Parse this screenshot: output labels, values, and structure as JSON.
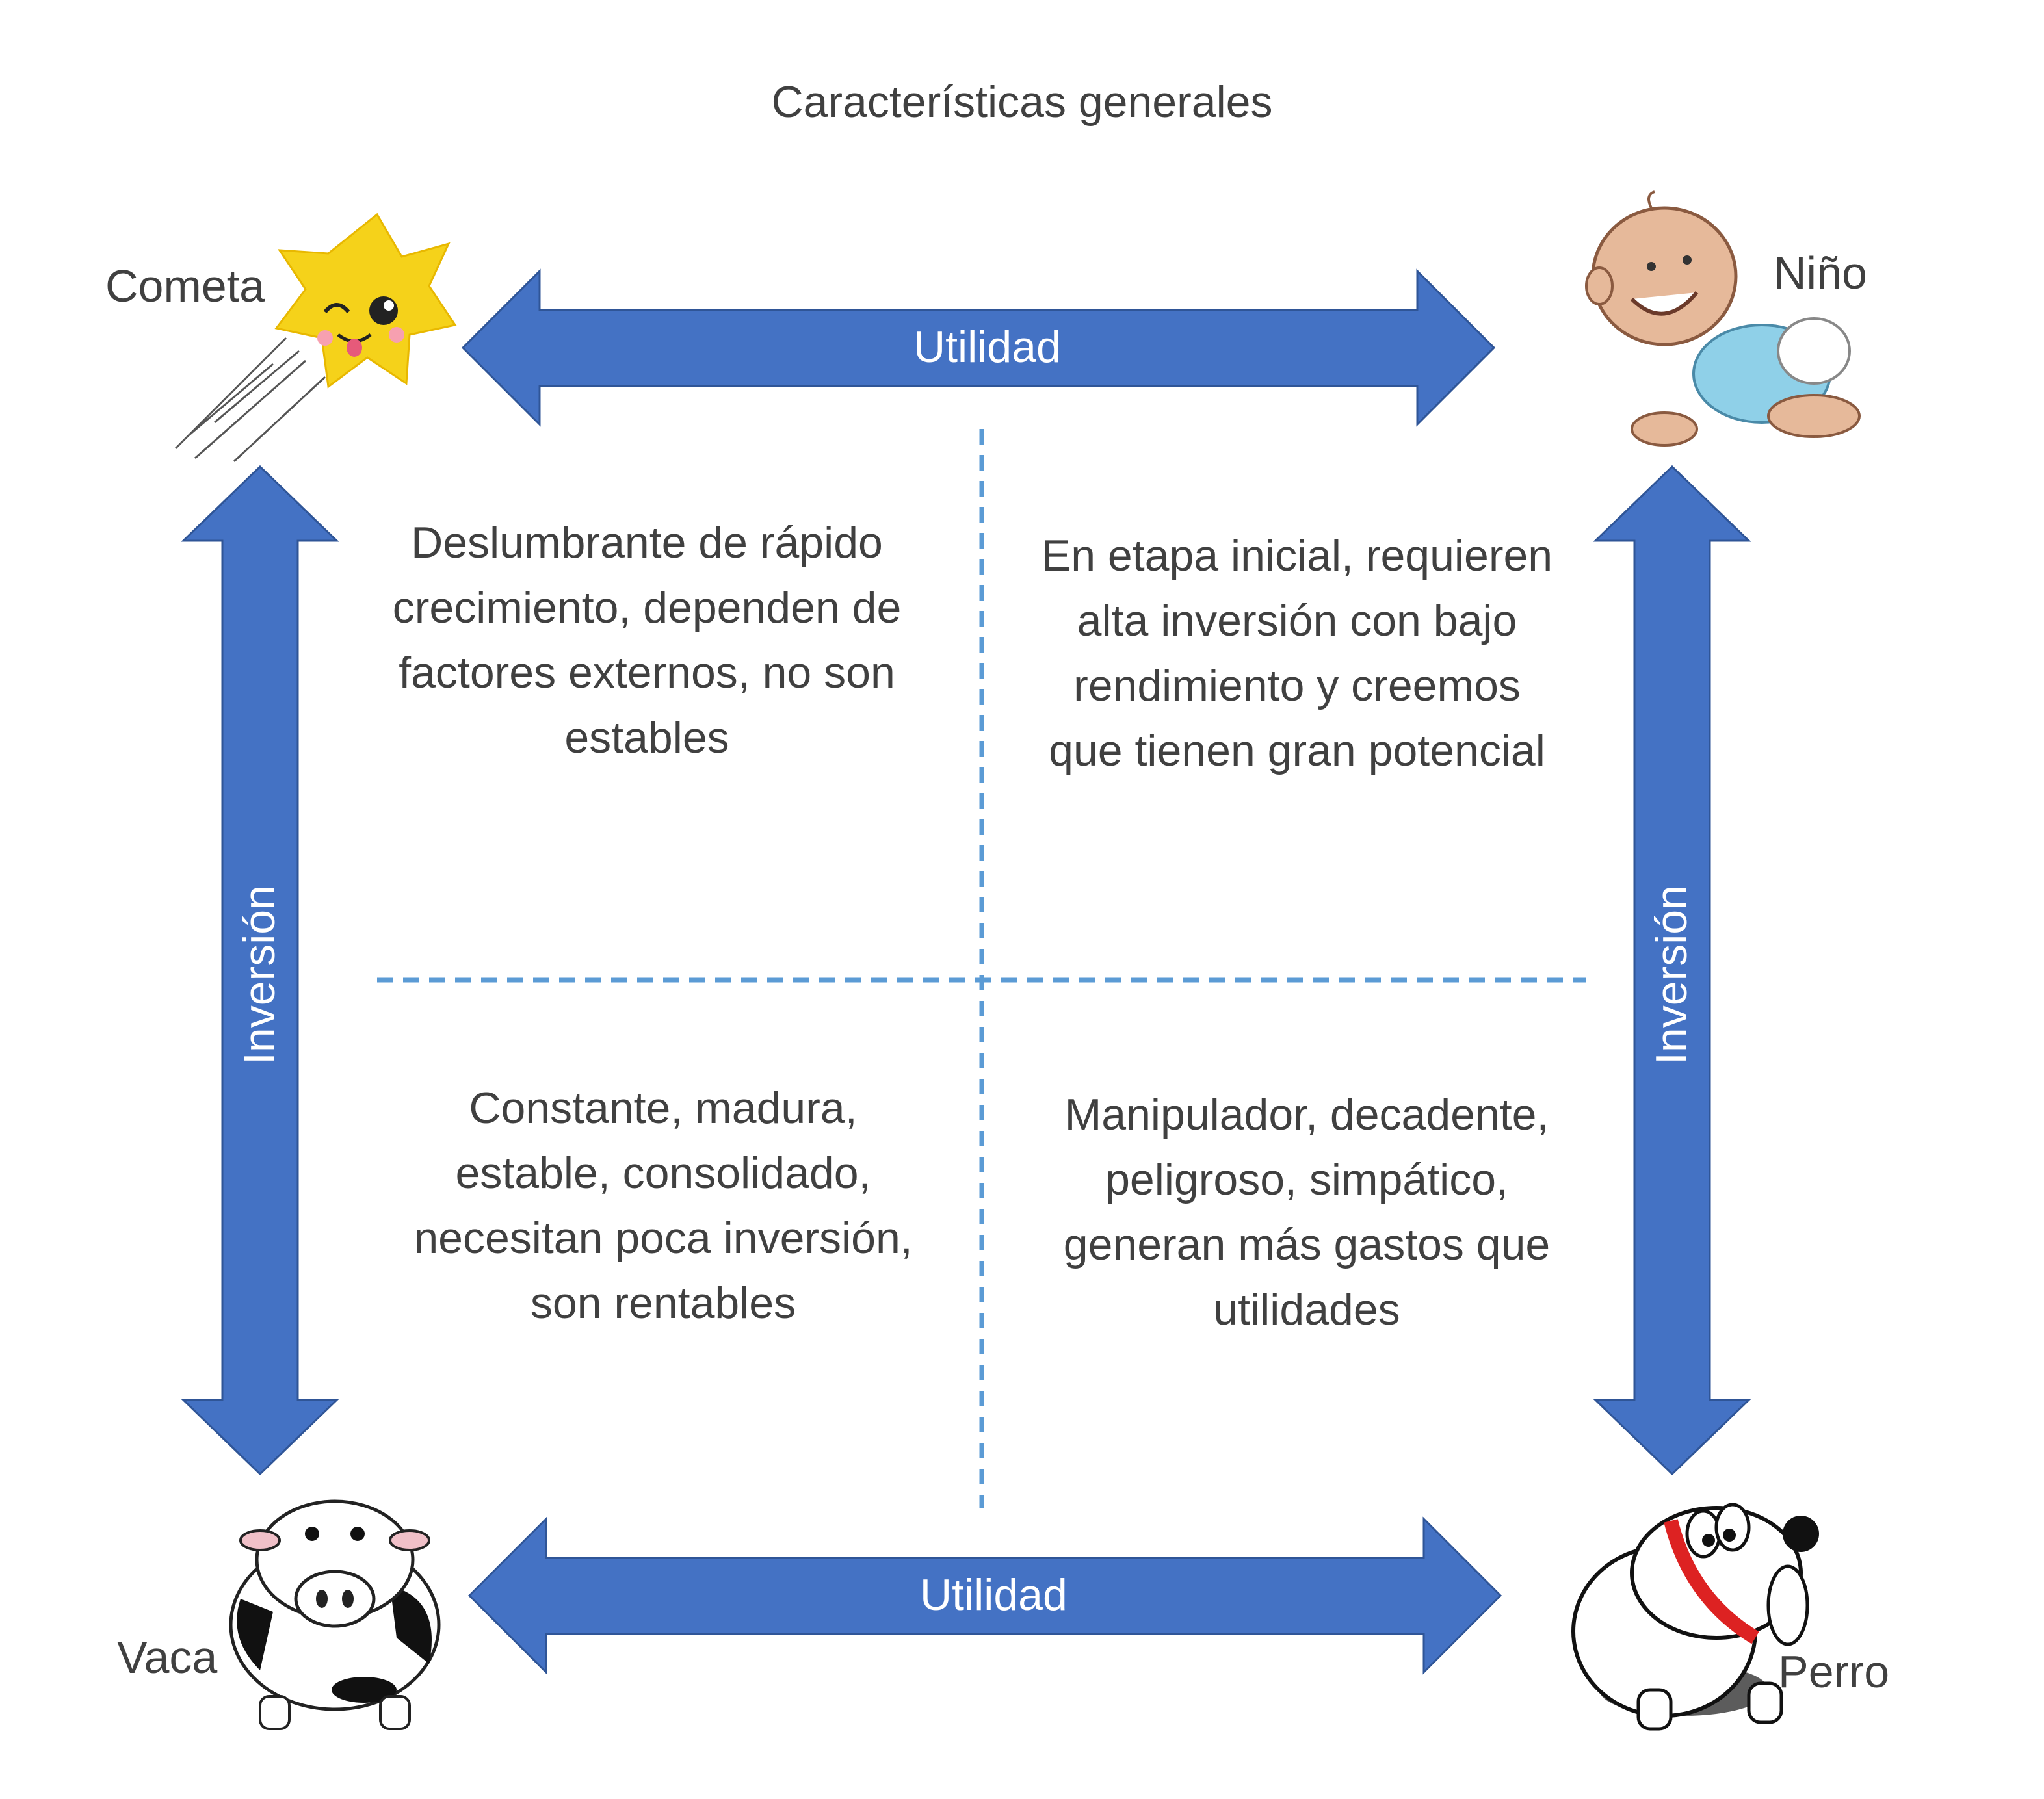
{
  "title": "Características generales",
  "arrows": {
    "top_label": "Utilidad",
    "bottom_label": "Utilidad",
    "left_label": "Inversión",
    "right_label": "Inversión",
    "color": "#4472c4"
  },
  "quadrants": {
    "cometa": {
      "label": "Cometa",
      "icon": "comet-icon",
      "description": "Deslumbrante de rápido crecimiento, dependen de factores externos, no son estables"
    },
    "nino": {
      "label": "Niño",
      "icon": "baby-icon",
      "description": "En etapa inicial, requieren alta inversión con bajo rendimiento y creemos que tienen gran potencial"
    },
    "vaca": {
      "label": "Vaca",
      "icon": "cow-icon",
      "description": "Constante, madura, estable, consolidado, necesitan poca inversión, son rentables"
    },
    "perro": {
      "label": "Perro",
      "icon": "dog-icon",
      "description": "Manipulador, decadente, peligroso, simpático, generan más gastos que utilidades"
    }
  },
  "divider_color": "#5b9bd5"
}
